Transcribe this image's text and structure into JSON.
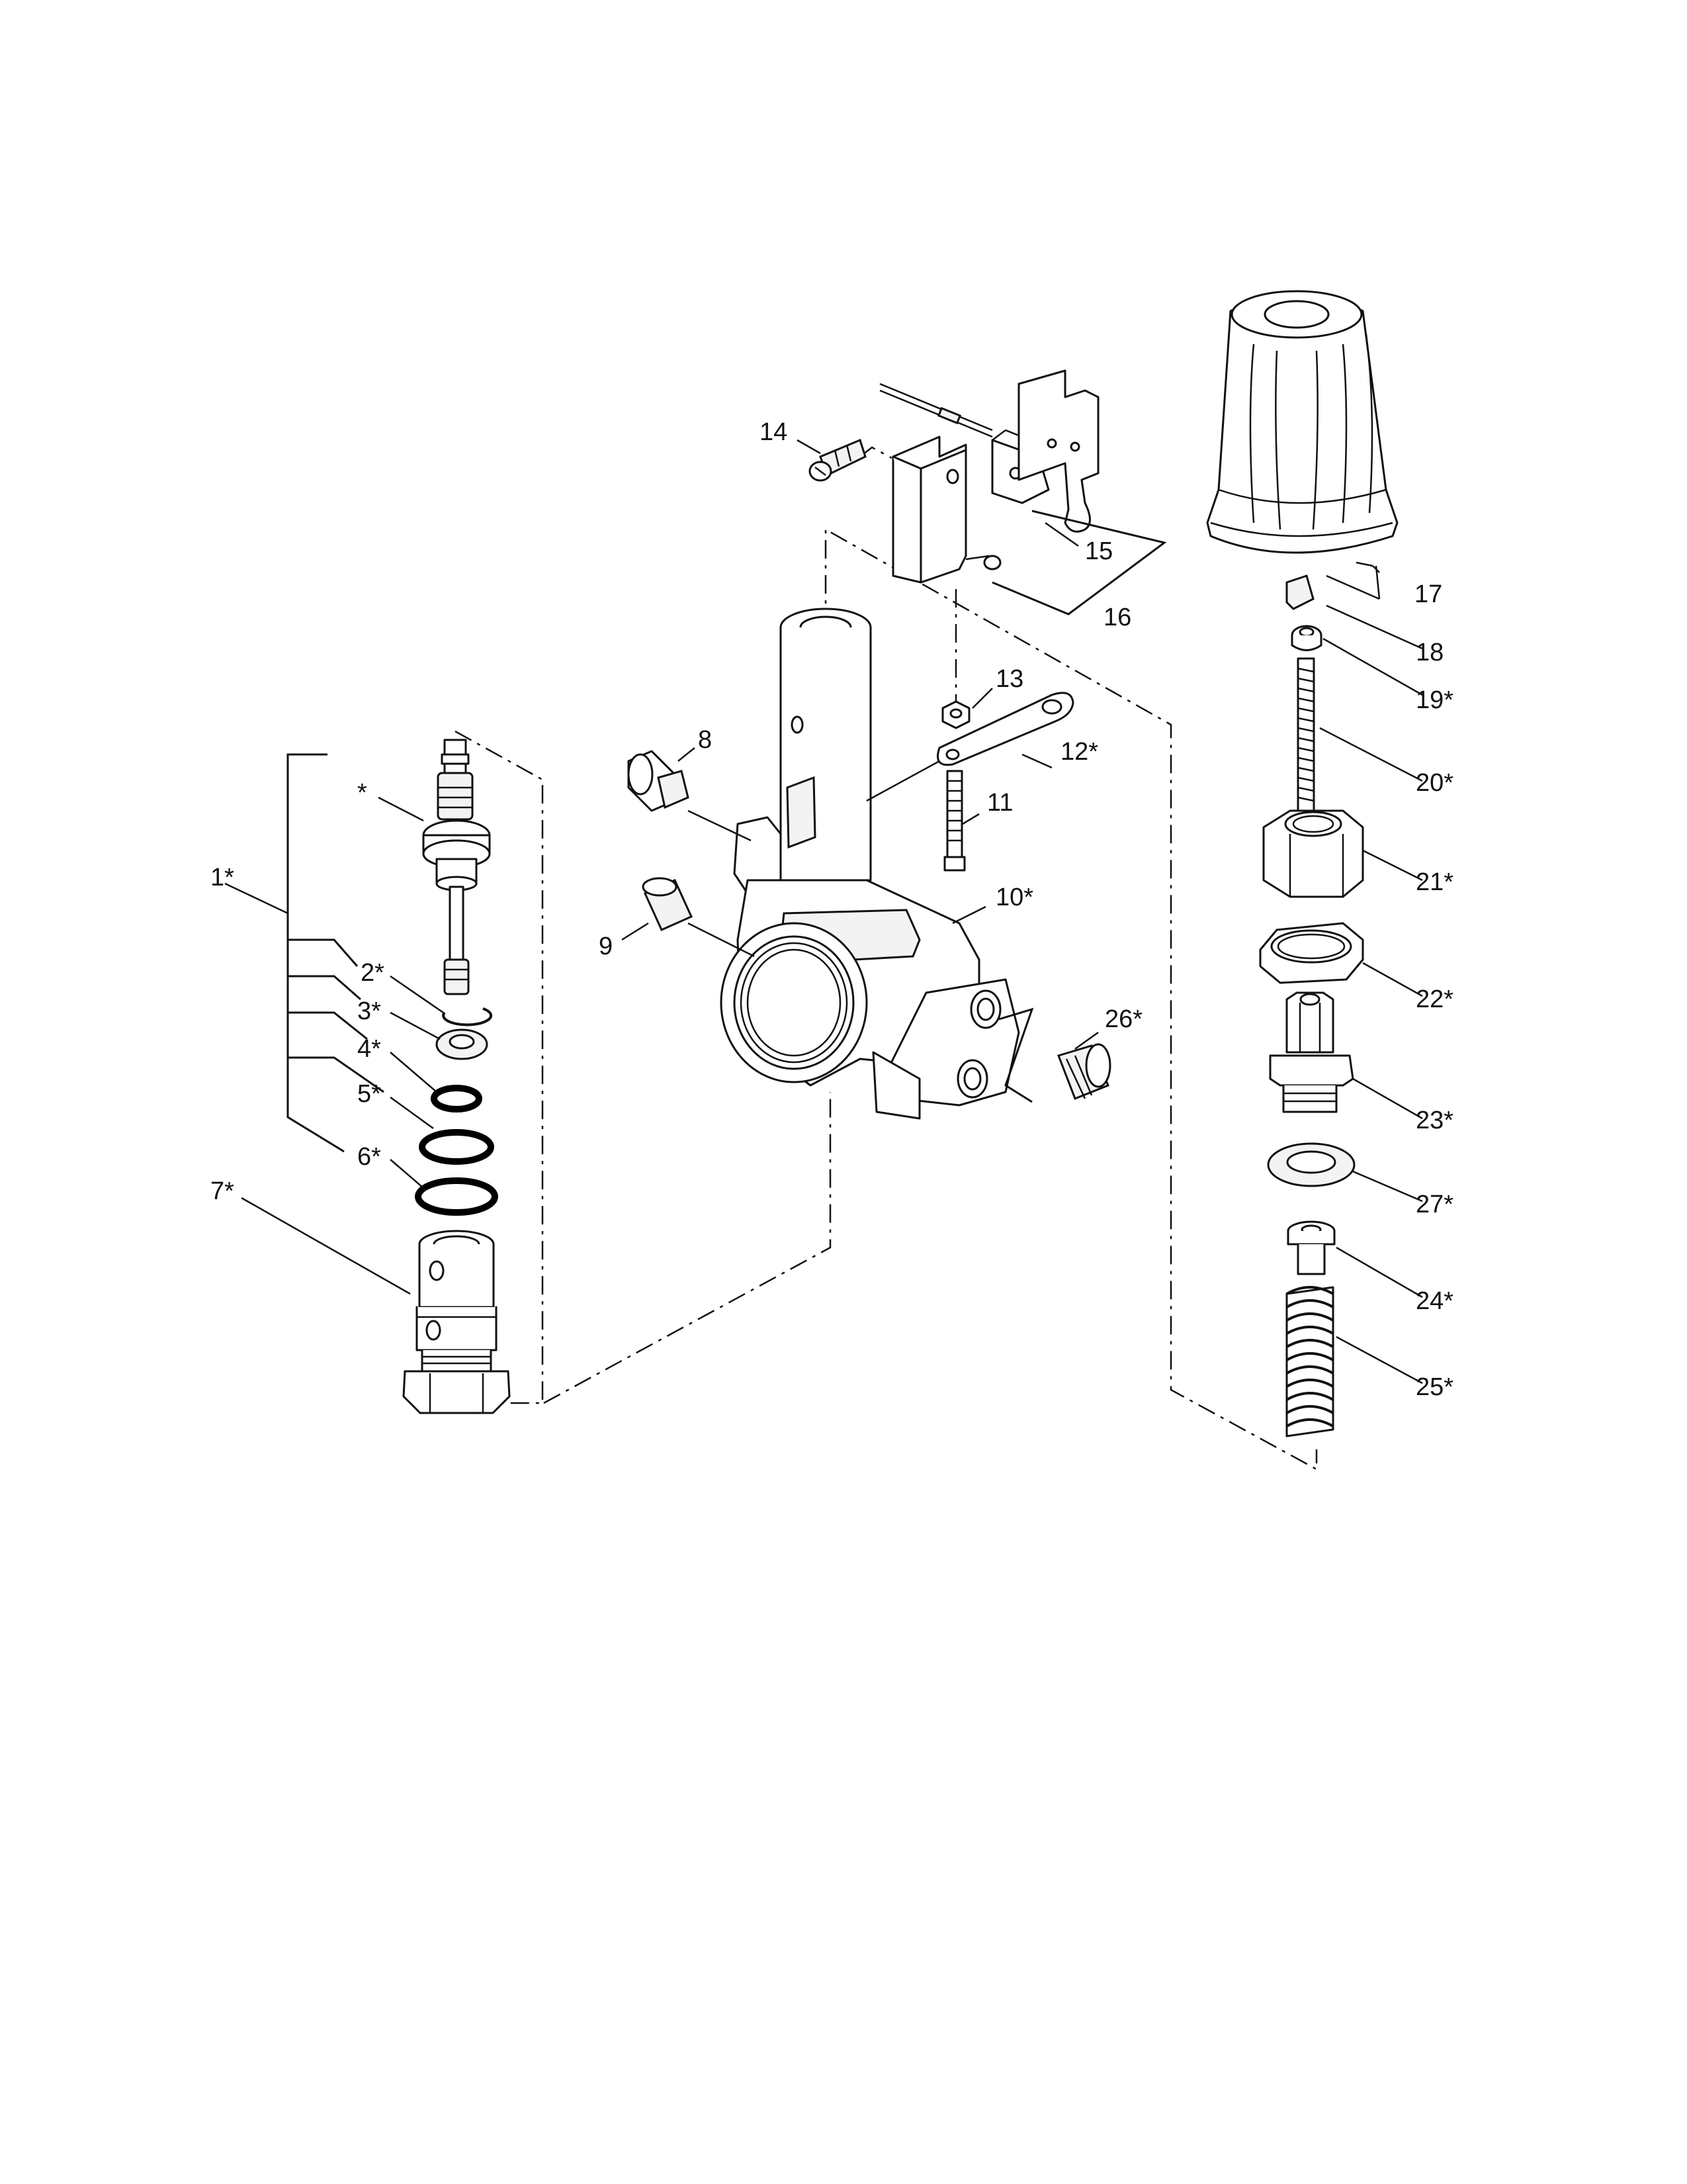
{
  "callouts": [
    {
      "id": "c1",
      "text": "1*"
    },
    {
      "id": "c_star",
      "text": "*"
    },
    {
      "id": "c2",
      "text": "2*"
    },
    {
      "id": "c3",
      "text": "3*"
    },
    {
      "id": "c4",
      "text": "4*"
    },
    {
      "id": "c5",
      "text": "5*"
    },
    {
      "id": "c6",
      "text": "6*"
    },
    {
      "id": "c7",
      "text": "7*"
    },
    {
      "id": "c8",
      "text": "8"
    },
    {
      "id": "c9",
      "text": "9"
    },
    {
      "id": "c10",
      "text": "10*"
    },
    {
      "id": "c11",
      "text": "11"
    },
    {
      "id": "c12",
      "text": "12*"
    },
    {
      "id": "c13",
      "text": "13"
    },
    {
      "id": "c14",
      "text": "14"
    },
    {
      "id": "c15",
      "text": "15"
    },
    {
      "id": "c16",
      "text": "16"
    },
    {
      "id": "c17",
      "text": "17"
    },
    {
      "id": "c18",
      "text": "18"
    },
    {
      "id": "c19",
      "text": "19*"
    },
    {
      "id": "c20",
      "text": "20*"
    },
    {
      "id": "c21",
      "text": "21*"
    },
    {
      "id": "c22",
      "text": "22*"
    },
    {
      "id": "c23",
      "text": "23*"
    },
    {
      "id": "c24",
      "text": "24*"
    },
    {
      "id": "c25",
      "text": "25*"
    },
    {
      "id": "c26",
      "text": "26*"
    },
    {
      "id": "c27",
      "text": "27*"
    }
  ]
}
